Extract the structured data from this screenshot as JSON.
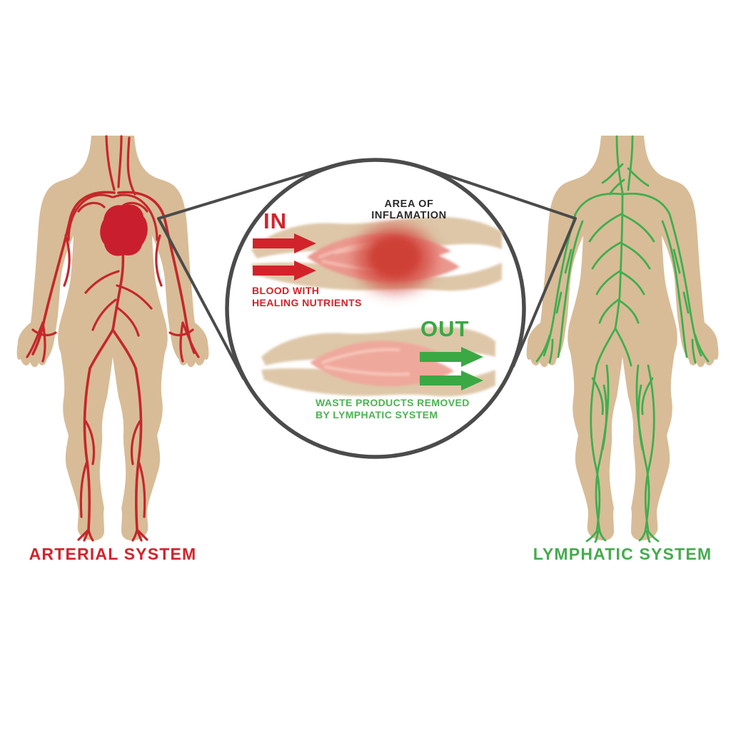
{
  "figures": {
    "left": {
      "label": "ARTERIAL SYSTEM"
    },
    "right": {
      "label": "LYMPHATIC SYSTEM"
    }
  },
  "inset": {
    "area_title_line1": "AREA OF",
    "area_title_line2": "INFLAMATION",
    "in_label": "IN",
    "in_caption_line1": "BLOOD WITH",
    "in_caption_line2": "HEALING NUTRIENTS",
    "out_label": "OUT",
    "out_caption_line1": "WASTE PRODUCTS REMOVED",
    "out_caption_line2": "BY LYMPHATIC SYSTEM"
  },
  "colors": {
    "artery_red": "#c5272b",
    "heart_red": "#c91e2e",
    "label_red": "#d2232b",
    "lymph_green": "#3fae4e",
    "label_green": "#45ab4e",
    "skin_tan": "#d8bc97",
    "callout_gray": "#4b4b4b",
    "inflammation_red": "#d14a3f",
    "vessel_wall_tan": "#dbc4a3",
    "muscle_pink": "#eb9a90"
  }
}
